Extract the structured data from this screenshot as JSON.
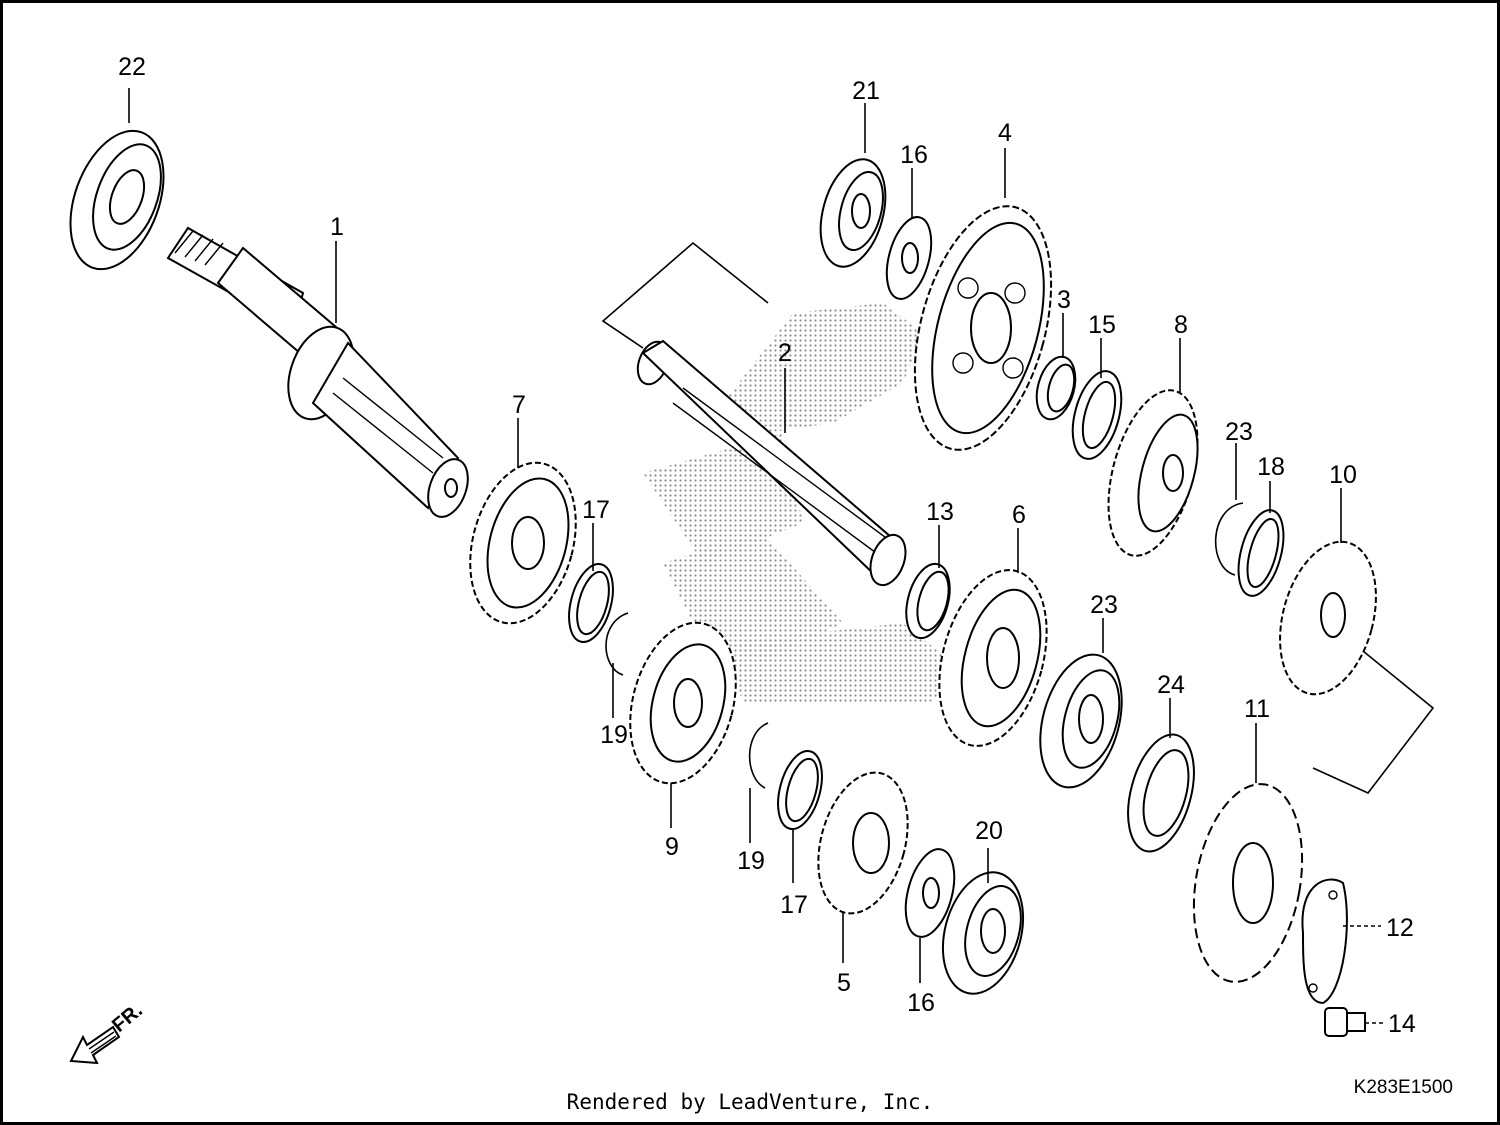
{
  "diagram": {
    "callouts": [
      {
        "id": "c1",
        "text": "1"
      },
      {
        "id": "c2",
        "text": "2"
      },
      {
        "id": "c3",
        "text": "3"
      },
      {
        "id": "c4",
        "text": "4"
      },
      {
        "id": "c5",
        "text": "5"
      },
      {
        "id": "c6",
        "text": "6"
      },
      {
        "id": "c7",
        "text": "7"
      },
      {
        "id": "c8",
        "text": "8"
      },
      {
        "id": "c9",
        "text": "9"
      },
      {
        "id": "c10",
        "text": "10"
      },
      {
        "id": "c11",
        "text": "11"
      },
      {
        "id": "c12",
        "text": "12"
      },
      {
        "id": "c13",
        "text": "13"
      },
      {
        "id": "c14",
        "text": "14"
      },
      {
        "id": "c15",
        "text": "15"
      },
      {
        "id": "c16a",
        "text": "16"
      },
      {
        "id": "c16b",
        "text": "16"
      },
      {
        "id": "c17a",
        "text": "17"
      },
      {
        "id": "c17b",
        "text": "17"
      },
      {
        "id": "c18",
        "text": "18"
      },
      {
        "id": "c19a",
        "text": "19"
      },
      {
        "id": "c19b",
        "text": "19"
      },
      {
        "id": "c20",
        "text": "20"
      },
      {
        "id": "c21",
        "text": "21"
      },
      {
        "id": "c22",
        "text": "22"
      },
      {
        "id": "c23a",
        "text": "23"
      },
      {
        "id": "c23b",
        "text": "23"
      },
      {
        "id": "c24",
        "text": "24"
      }
    ],
    "direction_label": "FR.",
    "diagram_code": "K283E1500",
    "footer": "Rendered by LeadVenture, Inc."
  }
}
